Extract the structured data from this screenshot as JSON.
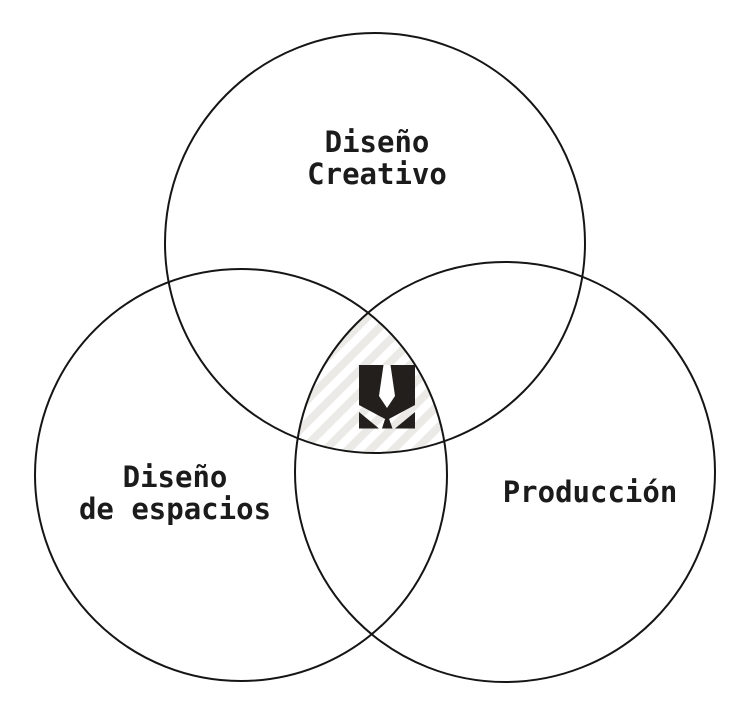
{
  "diagram": {
    "type": "venn-3-circle",
    "labels": {
      "top": {
        "text": "Diseño Creativo",
        "line1": "Diseño",
        "line2": "Creativo"
      },
      "left": {
        "text": "Diseño de espacios",
        "line1": "Diseño",
        "line2": "de espacios"
      },
      "right": {
        "text": "Producción",
        "line1": "Producción"
      }
    },
    "center": {
      "icon": "brand-logo-icon",
      "fill_style": "diagonal-hatch"
    },
    "colors": {
      "stroke": "#151515",
      "text": "#1b1b1b",
      "logo": "#221f1c",
      "hatch_stripe": "#eceae6",
      "background": "#ffffff"
    }
  }
}
